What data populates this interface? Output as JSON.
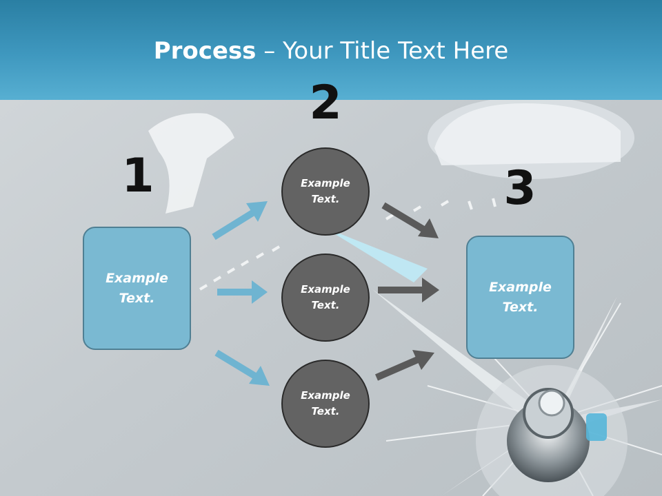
{
  "title": {
    "bold": "Process",
    "rest": " – Your Title Text Here"
  },
  "steps": [
    {
      "number": "1"
    },
    {
      "number": "2"
    },
    {
      "number": "3"
    }
  ],
  "left_box": {
    "text": "Example\nText."
  },
  "right_box": {
    "text": "Example\nText."
  },
  "circles": [
    {
      "text": "Example\nText."
    },
    {
      "text": "Example\nText."
    },
    {
      "text": "Example\nText."
    }
  ],
  "colors": {
    "title_bar": "#3f98bf",
    "box_fill": "#7ab9d2",
    "circle_fill": "#636363",
    "arrow_blue": "#6fb4d1",
    "arrow_gray": "#5a5a5a"
  }
}
